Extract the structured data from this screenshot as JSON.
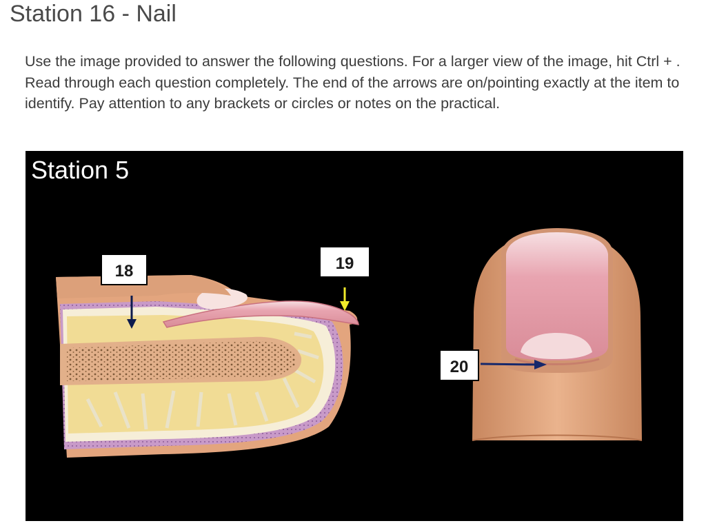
{
  "page": {
    "title": "Station 16 - Nail",
    "instructions": "Use the image provided to answer the following questions. For a larger view of the image, hit Ctrl + . Read through each question completely. The end of the arrows are on/pointing exactly at the item to identify. Pay attention to any brackets or circles or notes on the practical."
  },
  "figure": {
    "station_label": "Station 5",
    "labels": [
      {
        "text": "18"
      },
      {
        "text": "19"
      },
      {
        "text": "20"
      }
    ],
    "colors": {
      "background": "#000000",
      "skin": "#e2ab82",
      "nail": "#e7a3ae",
      "bone": "#f1dc95",
      "arrow_18": "#0d1b4d",
      "arrow_19": "#f1ea2a",
      "arrow_20": "#16286b"
    }
  }
}
